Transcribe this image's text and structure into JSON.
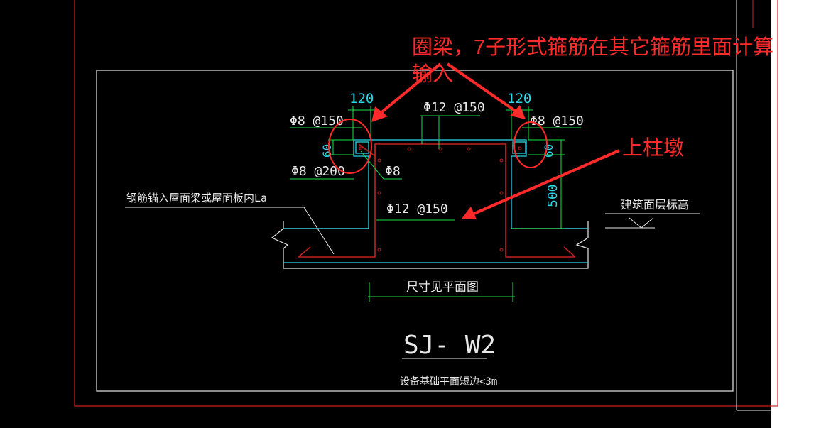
{
  "drawing": {
    "title": "SJ- W2",
    "subtitle": "设备基础平面短边<3m",
    "labels": {
      "left_top_rebar": "Φ8 @150",
      "center_top_rebar": "Φ12 @150",
      "right_top_rebar": "Φ8 @150",
      "left_mid_rebar": "Φ8 @200",
      "corner_rebar": "Φ8",
      "center_bottom_rebar": "Φ12 @150",
      "anchor_note": "钢筋锚入屋面梁或屋面板内La",
      "elevation_note": "建筑面层标高",
      "size_note": "尺寸见平面图"
    },
    "dimensions": {
      "left_width": "120",
      "right_width": "120",
      "left_height": "60",
      "right_height": "60",
      "right_depth": "500"
    }
  },
  "annotations": {
    "beam_note": "圈梁，7子形式箍筋在其它箍筋里面计算",
    "beam_note_line2": "输入",
    "pier_note": "上柱墩"
  },
  "colors": {
    "background": "#000000",
    "frame_red": "#d42020",
    "outline_white": "#e8e8e8",
    "concrete_cyan": "#28d8e8",
    "rebar_red": "#c42020",
    "dim_green": "#19e04a",
    "annotation_red": "#ff2b2b"
  }
}
